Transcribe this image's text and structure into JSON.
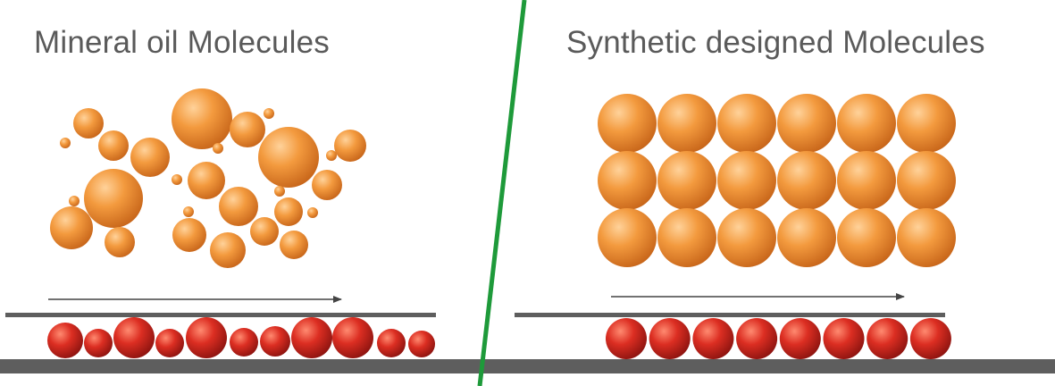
{
  "left_panel": {
    "title": "Mineral oil Molecules"
  },
  "right_panel": {
    "title": "Synthetic designed Molecules"
  },
  "colors": {
    "orange_molecule": "#f0963c",
    "red_molecule": "#d42a1e",
    "surface": "#5e5e5e",
    "divider": "#1e9a3a",
    "title_text": "#5a5a5a",
    "arrow": "#444444"
  },
  "right_grid": {
    "rows": 3,
    "columns": 6
  }
}
